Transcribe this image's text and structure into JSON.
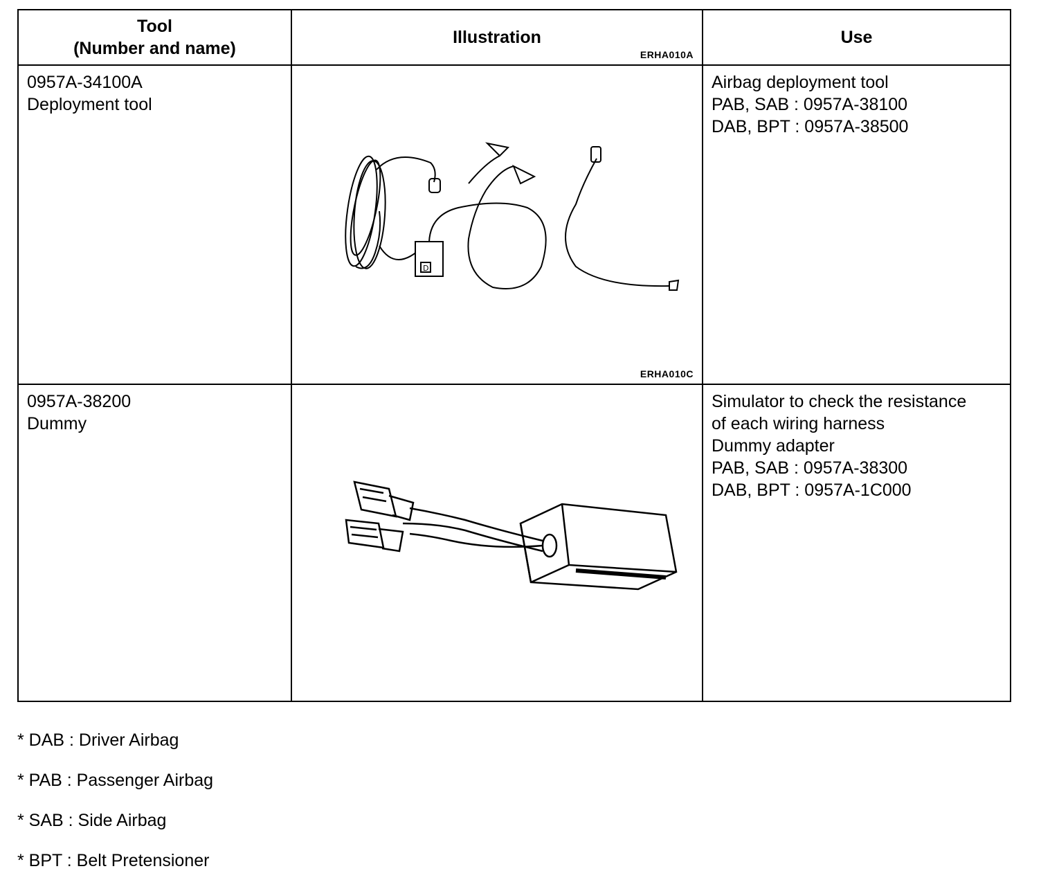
{
  "table": {
    "headers": {
      "tool_line1": "Tool",
      "tool_line2": "(Number and name)",
      "illustration": "Illustration",
      "use": "Use"
    },
    "rows": [
      {
        "tool_number": "0957A-34100A",
        "tool_name": "Deployment tool",
        "illustration_code": "ERHA010A",
        "illustration_icon": "deployment-tool-illustration",
        "use_lines": [
          "Airbag deployment tool",
          "PAB, SAB : 0957A-38100",
          "DAB, BPT : 0957A-38500"
        ]
      },
      {
        "tool_number": "0957A-38200",
        "tool_name": "Dummy",
        "illustration_code": "ERHA010C",
        "illustration_icon": "dummy-simulator-illustration",
        "use_lines": [
          "Simulator to check the resistance",
          "of each wiring harness",
          "Dummy adapter",
          "PAB, SAB : 0957A-38300",
          "DAB, BPT : 0957A-1C000"
        ]
      }
    ]
  },
  "notes": [
    "* DAB : Driver Airbag",
    "* PAB : Passenger Airbag",
    "* SAB : Side Airbag",
    "* BPT : Belt Pretensioner"
  ]
}
